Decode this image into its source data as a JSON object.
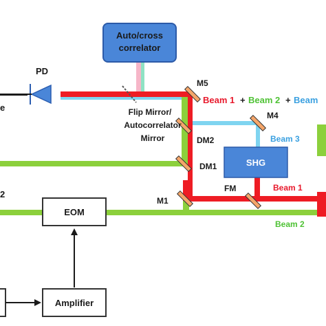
{
  "colors": {
    "red": "#ee1c24",
    "green": "#8cd03c",
    "cyan": "#7fd4f0",
    "pink": "#f6b6c8",
    "blue_box": "#4a86d8",
    "mirror_fill": "#f5a66a",
    "text_red": "#e8192c",
    "text_green": "#4fc235",
    "text_blue": "#3aa0e0"
  },
  "blocks": {
    "correlator_line1": "Auto/cross",
    "correlator_line2": "correlator",
    "shg": "SHG",
    "eom": "EOM",
    "amplifier": "Amplifier"
  },
  "labels": {
    "pd": "PD",
    "e_fragment": "e",
    "two_fragment": "2",
    "flip_mirror_line1": "Flip Mirror/",
    "flip_mirror_line2": "Autocorrelator",
    "flip_mirror_line3": "Mirror",
    "m1": "M1",
    "m4": "M4",
    "m5": "M5",
    "dm1": "DM1",
    "dm2": "DM2",
    "fm": "FM"
  },
  "beams": {
    "combined_beam1": "Beam 1",
    "plus1": "+",
    "combined_beam2": "Beam 2",
    "plus2": "+",
    "combined_beam3": "Beam",
    "beam3": "Beam 3",
    "beam1": "Beam 1",
    "beam2": "Beam 2"
  },
  "icons": {
    "photodiode": "photodiode-icon",
    "mirror": "mirror-icon",
    "arrow": "arrow-icon"
  }
}
